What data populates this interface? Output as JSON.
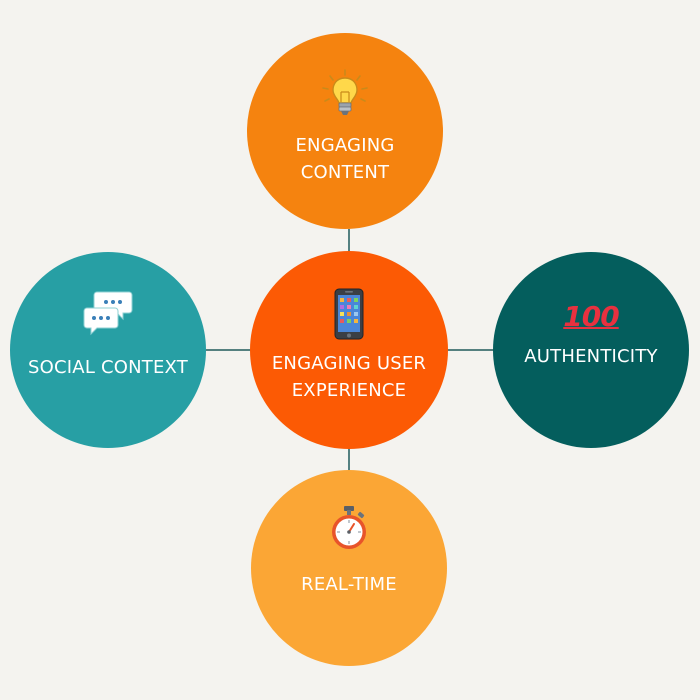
{
  "diagram": {
    "center": {
      "label": "ENGAGING USER\nEXPERIENCE",
      "icon": "smartphone-icon",
      "color": "#fc5a04"
    },
    "top": {
      "label": "ENGAGING\nCONTENT",
      "icon": "lightbulb-icon",
      "color": "#f5830f"
    },
    "left": {
      "label": "SOCIAL CONTEXT",
      "icon": "speech-bubbles-icon",
      "color": "#279fa4"
    },
    "right": {
      "label": "AUTHENTICITY",
      "icon": "hundred-points-icon",
      "icon_text": "100",
      "color": "#045e5d"
    },
    "bottom": {
      "label": "REAL-TIME",
      "icon": "stopwatch-icon",
      "color": "#fba635"
    },
    "connector_color": "#1f5a5a",
    "background": "#f4f3ef"
  }
}
